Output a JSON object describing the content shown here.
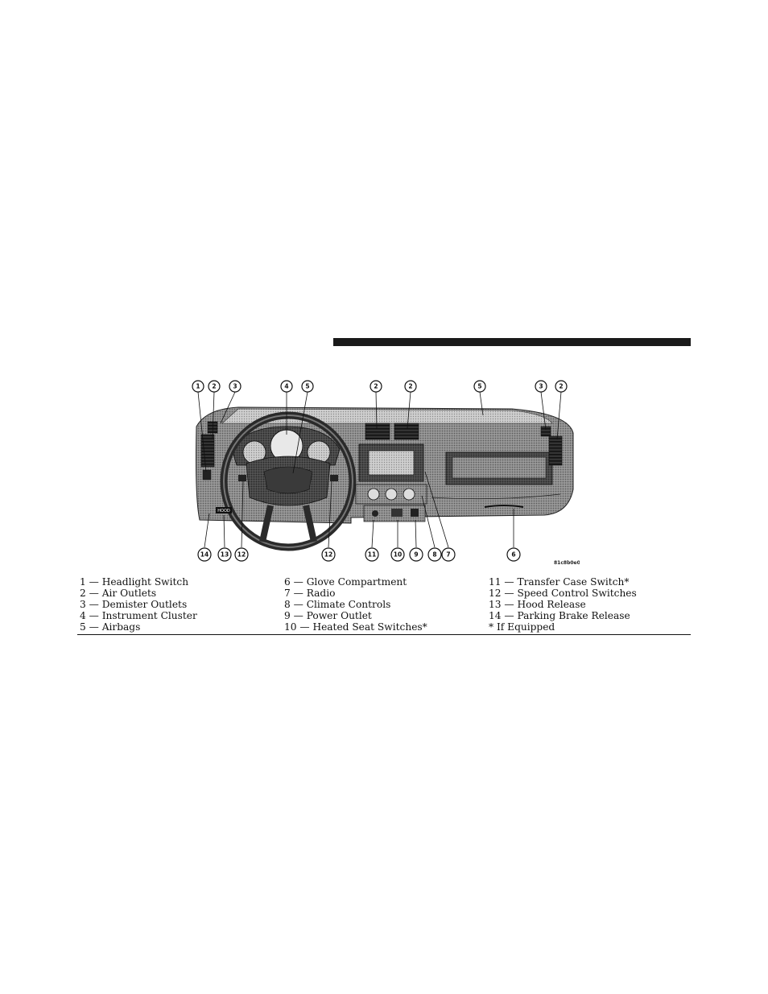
{
  "figure": {
    "code": "81c8b0e0",
    "callouts_top": [
      "1",
      "2",
      "3",
      "4",
      "5",
      "2",
      "2",
      "5",
      "3",
      "2"
    ],
    "callouts_bottom": [
      "14",
      "13",
      "12",
      "12",
      "11",
      "10",
      "9",
      "8",
      "7",
      "6"
    ],
    "hood_label": "HOOD"
  },
  "legend": {
    "col1": [
      "1 — Headlight Switch",
      "2 — Air Outlets",
      "3 — Demister Outlets",
      "4 — Instrument Cluster",
      "5 — Airbags"
    ],
    "col2": [
      "6 — Glove Compartment",
      "7 — Radio",
      "8 — Climate Controls",
      "9 — Power Outlet",
      "10 — Heated Seat Switches*"
    ],
    "col3": [
      "11 — Transfer Case Switch*",
      "12 — Speed Control Switches",
      "13 — Hood Release",
      "14 — Parking Brake Release",
      "* If Equipped"
    ]
  },
  "colors": {
    "ink": "#111111",
    "panel": "#8a8a8a",
    "panel_dark": "#4a4a4a",
    "panel_light": "#c4c4c4"
  }
}
